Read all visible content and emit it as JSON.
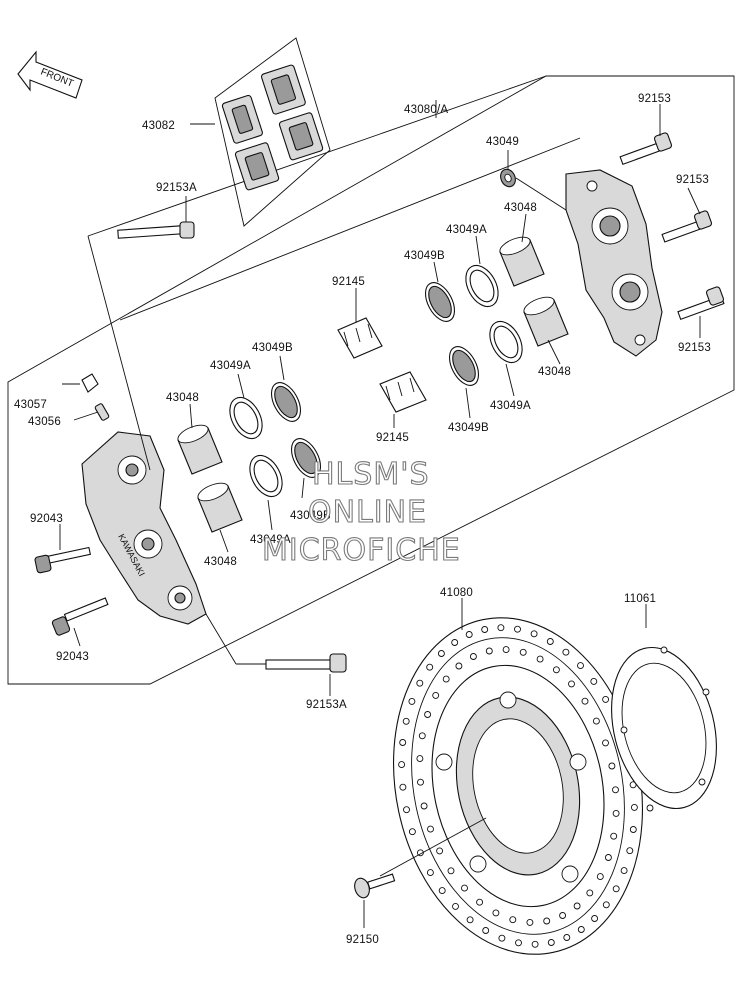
{
  "front_marker": {
    "label": "FRONT",
    "icon": "front-arrow-icon"
  },
  "watermark": {
    "line1": "HLSM'S",
    "line2": "ONLINE",
    "line3": "MICROFICHE"
  },
  "labels": {
    "l43082": "43082",
    "l43080a": "43080/A",
    "l92153_top": "92153",
    "l43049_top": "43049",
    "l92153_mid": "92153",
    "l92153a_top": "92153A",
    "l43048_r1": "43048",
    "l43049a_r1": "43049A",
    "l43049b_r1": "43049B",
    "l92145_top": "92145",
    "l92153_right": "92153",
    "l43048_r2": "43048",
    "l43049a_r2": "43049A",
    "l43049b_r2": "43049B",
    "l92145_bottom": "92145",
    "l43049b_l1": "43049B",
    "l43049a_l1": "43049A",
    "l43048_l1": "43048",
    "l43057": "43057",
    "l43056": "43056",
    "l92043_top": "92043",
    "l43049b_l2": "43049B",
    "l43049a_l2": "43049A",
    "l43048_l2": "43048",
    "l92043_bottom": "92043",
    "l41080": "41080",
    "l11061": "11061",
    "l92153a_bottom": "92153A",
    "l92150": "92150"
  }
}
